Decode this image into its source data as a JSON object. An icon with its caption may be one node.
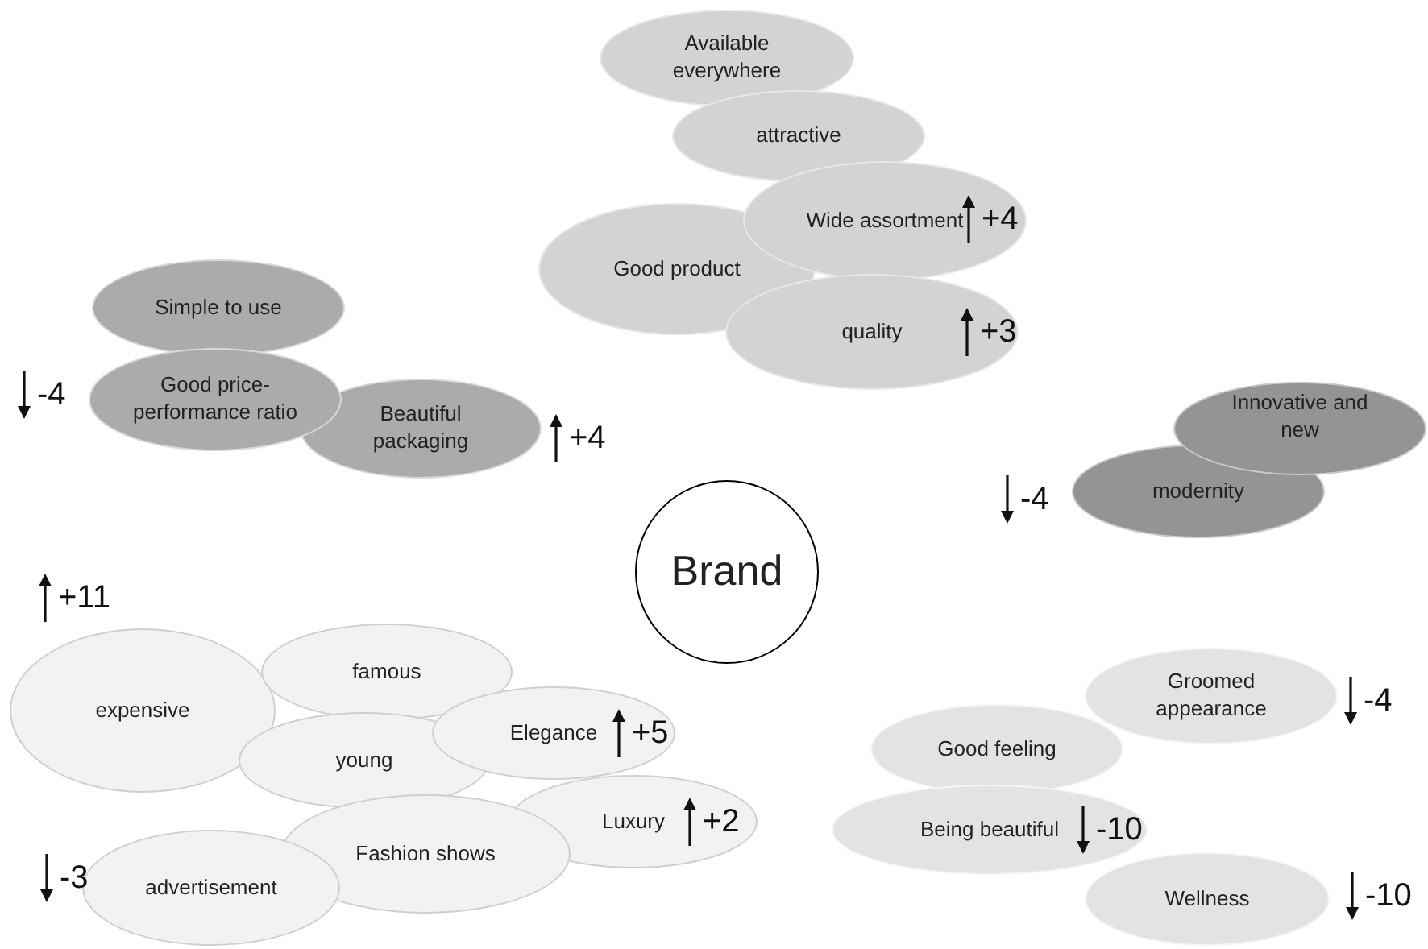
{
  "diagram": {
    "nodes": [
      {
        "text": [
          "Available everywhere"
        ]
      },
      {
        "text": [
          "attractive"
        ]
      },
      {
        "text": [
          "Wide assortment",
          "+4"
        ]
      },
      {
        "text": [
          "Good product"
        ]
      },
      {
        "text": [
          "quality",
          "+3"
        ]
      },
      {
        "text": [
          "Simple to use"
        ]
      },
      {
        "text": [
          "Good price-performance ratio"
        ],
        "beside": [
          "-4"
        ]
      },
      {
        "text": [
          "Beautiful packaging"
        ],
        "beside": [
          "+4"
        ]
      },
      {
        "text": [
          "Innovative and new"
        ]
      },
      {
        "text": [
          "modernity"
        ],
        "beside": [
          "-4"
        ]
      },
      {
        "text": [
          "Brand"
        ]
      },
      {
        "text": [
          "expensive"
        ],
        "beside": [
          "+11"
        ]
      },
      {
        "text": [
          "famous"
        ]
      },
      {
        "text": [
          "young"
        ]
      },
      {
        "text": [
          "Elegance",
          "+5"
        ]
      },
      {
        "text": [
          "Luxury",
          "+2"
        ]
      },
      {
        "text": [
          "Fashion shows"
        ]
      },
      {
        "text": [
          "advertisement"
        ],
        "beside": [
          "-3"
        ]
      },
      {
        "text": [
          "Groomed appearance"
        ],
        "beside": [
          "-4"
        ]
      },
      {
        "text": [
          "Good feeling"
        ]
      },
      {
        "text": [
          "Being beautiful",
          "-10"
        ]
      },
      {
        "text": [
          "Wellness"
        ],
        "beside": [
          "-10"
        ]
      }
    ]
  }
}
